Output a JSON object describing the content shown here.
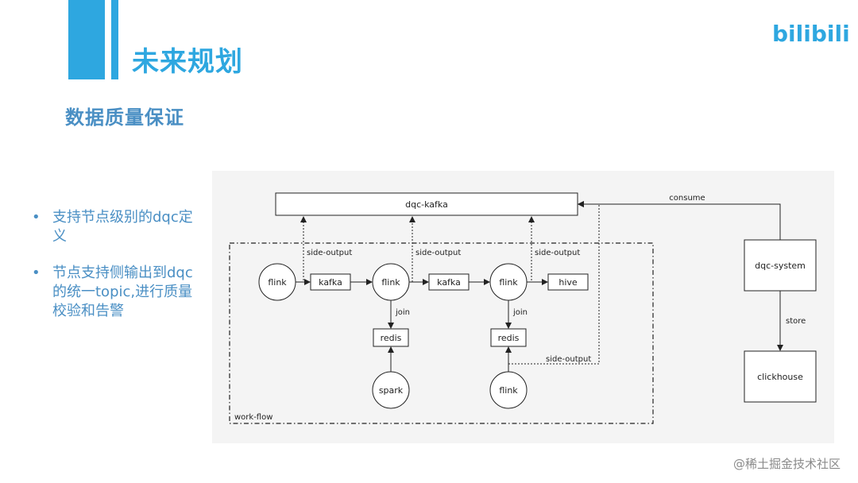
{
  "header": {
    "title": "未来规划",
    "subtitle": "数据质量保证",
    "brand": "bilibili"
  },
  "bullets": [
    "支持节点级别的dqc定义",
    "节点支持侧输出到dqc的统一topic,进行质量校验和告警"
  ],
  "diagram": {
    "nodes": {
      "dqc_kafka": "dqc-kafka",
      "flink1": "flink",
      "kafka1": "kafka",
      "flink2": "flink",
      "kafka2": "kafka",
      "flink3": "flink",
      "hive": "hive",
      "redis1": "redis",
      "redis2": "redis",
      "spark": "spark",
      "flink4": "flink",
      "dqc_system": "dqc-system",
      "clickhouse": "clickhouse"
    },
    "edge_labels": {
      "side_output_1": "side-output",
      "side_output_2": "side-output",
      "side_output_3": "side-output",
      "side_output_4": "side-output",
      "join_1": "join",
      "join_2": "join",
      "consume": "consume",
      "store": "store"
    },
    "group_label": "work-flow"
  },
  "watermark": "@稀土掘金技术社区",
  "colors": {
    "accent": "#2ea7e0",
    "text_blue": "#4a8fc4",
    "diagram_bg": "#f4f4f4"
  }
}
